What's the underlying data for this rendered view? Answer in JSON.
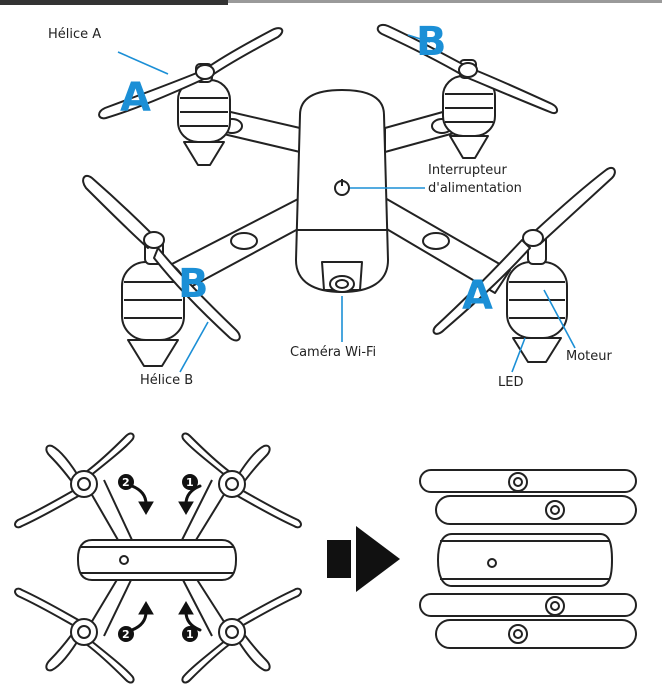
{
  "labels": {
    "helice_a": "Hélice A",
    "helice_b": "Hélice B",
    "interrupteur_1": "Interrupteur",
    "interrupteur_2": "d'alimentation",
    "camera": "Caméra Wi-Fi",
    "moteur": "Moteur",
    "led": "LED"
  },
  "propeller_letters": {
    "top_left": "A",
    "top_right": "B",
    "bottom_left": "B",
    "bottom_right": "A"
  },
  "fold_steps": {
    "top_left": "2",
    "top_right": "1",
    "bottom_left": "2",
    "bottom_right": "1"
  },
  "colors": {
    "accent": "#1b8fd6",
    "line": "#222222",
    "fill": "#ffffff",
    "arrow": "#111111"
  },
  "icons": {
    "fold_arrow": "black-right-arrow",
    "power_button": "power-button-icon"
  }
}
